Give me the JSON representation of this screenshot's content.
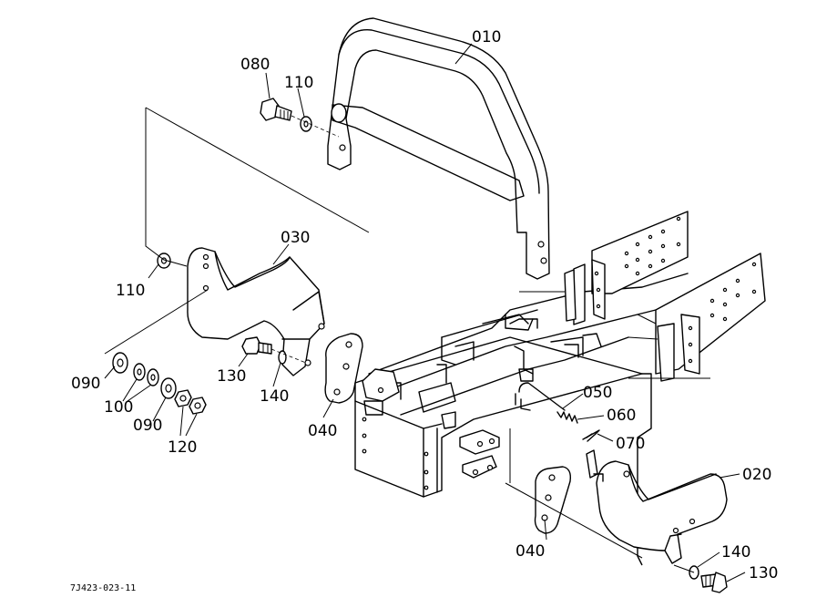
{
  "labels": {
    "p010": "010",
    "p080": "080",
    "p110_top": "110",
    "p030": "030",
    "p110_left": "110",
    "p090_a": "090",
    "p100": "100",
    "p090_b": "090",
    "p120": "120",
    "p130_left": "130",
    "p140_left": "140",
    "p040_left": "040",
    "p050": "050",
    "p060": "060",
    "p070": "070",
    "p020": "020",
    "p040_right": "040",
    "p140_right": "140",
    "p130_right": "130"
  },
  "footer": {
    "code": "7J423-023-11"
  }
}
